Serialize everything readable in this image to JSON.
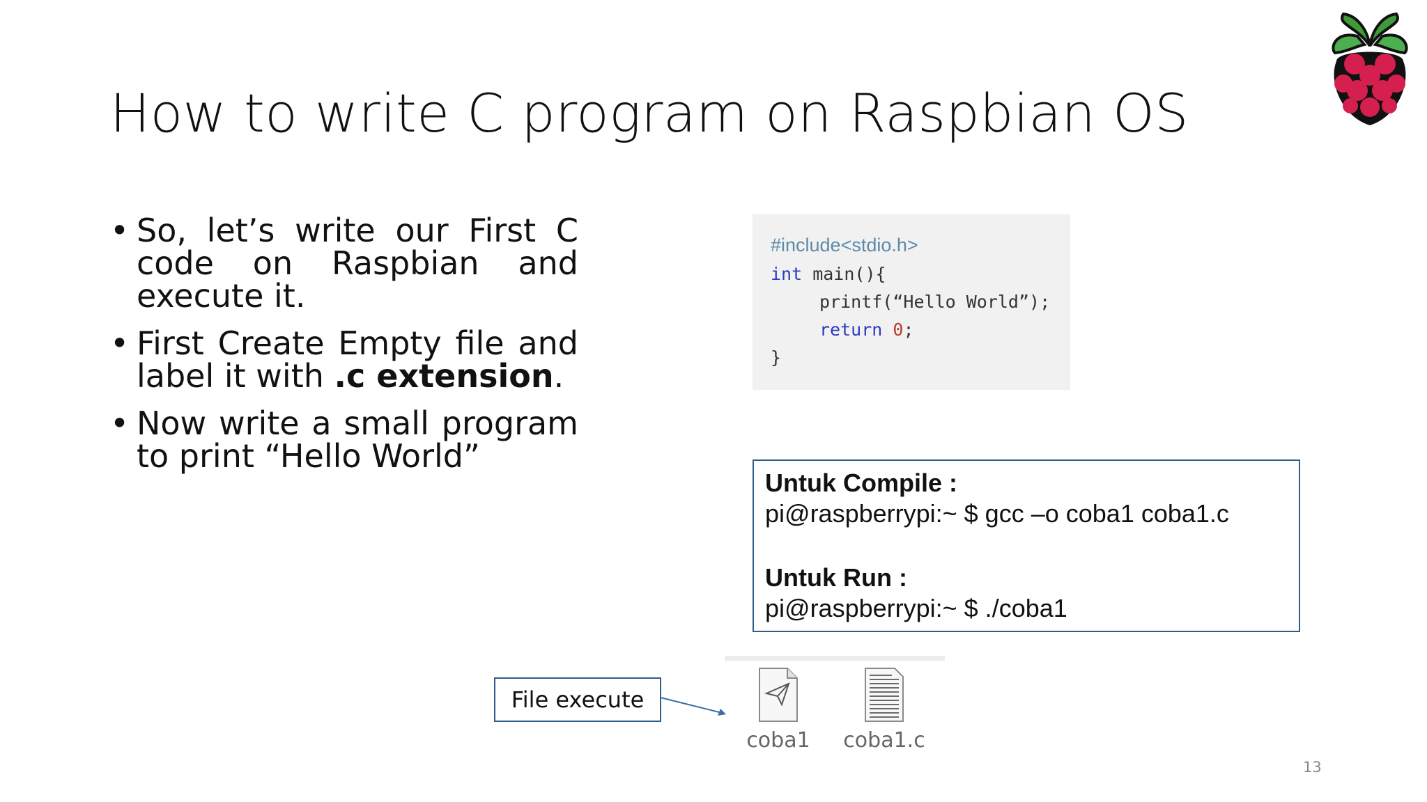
{
  "slide": {
    "title": "How to write C program on Raspbian OS",
    "page_number": "13"
  },
  "bullets": [
    {
      "text": "So, let’s write our First C code on Raspbian and execute it."
    },
    {
      "text_before": "First Create Empty file and label it with ",
      "bold": ".c extension",
      "text_after": "."
    },
    {
      "text": "Now write a small program to print “Hello World”"
    }
  ],
  "code": {
    "line1": "#include<stdio.h>",
    "line2_kw": "int",
    "line2_rest": " main(){",
    "line3": "printf(“Hello World”);",
    "line4_kw": "return",
    "line4_num": "0",
    "line4_end": ";",
    "line5": "}"
  },
  "commands": {
    "compile_label": "Untuk Compile :",
    "compile_cmd": "pi@raspberrypi:~ $ gcc –o coba1 coba1.c",
    "run_label": "Untuk Run :",
    "run_cmd": "pi@raspberrypi:~ $ ./coba1"
  },
  "file_label": "File execute",
  "files": [
    {
      "name": "coba1",
      "icon": "executable-file-icon"
    },
    {
      "name": "coba1.c",
      "icon": "text-file-icon"
    }
  ],
  "colors": {
    "box_border": "#2f5b8a",
    "code_keyword": "#2b3cbf",
    "code_number": "#c0392b",
    "raspberry": "#c51a4a",
    "leaf": "#4caf50"
  }
}
